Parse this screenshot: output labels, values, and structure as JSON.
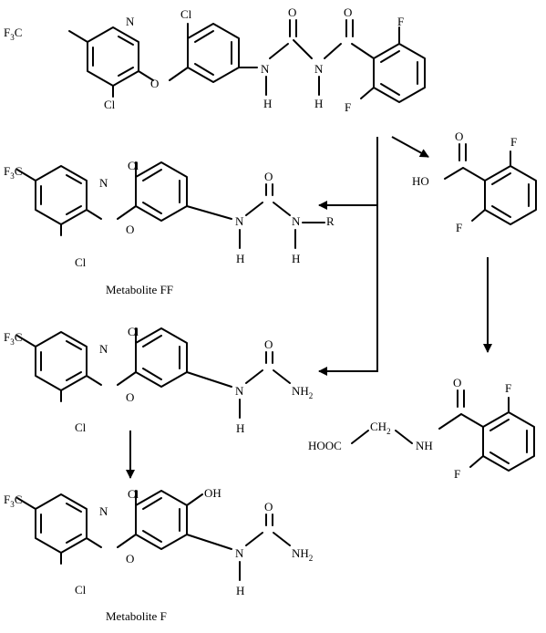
{
  "labels": {
    "f3c": "F",
    "f3c_sub": "3",
    "f3c_c": "C",
    "n": "N",
    "cl": "Cl",
    "o": "O",
    "h": "H",
    "f": "F",
    "ho": "HO",
    "oh": "OH",
    "r": "R",
    "nh2_n": "NH",
    "nh2_sub": "2",
    "hooc": "HOOC",
    "ch2_c": "CH",
    "ch2_sub": "2",
    "nh": "NH"
  },
  "captions": {
    "metabolite_ff": "Metabolite FF",
    "metabolite_f": "Metabolite F"
  }
}
